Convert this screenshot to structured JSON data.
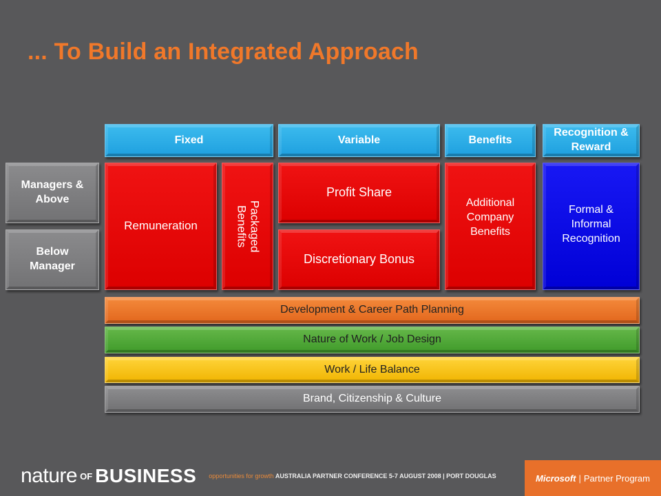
{
  "title": "... To Build an Integrated Approach",
  "headers": {
    "fixed": "Fixed",
    "variable": "Variable",
    "benefits": "Benefits",
    "recognition": "Recognition & Reward"
  },
  "rows": {
    "managers": "Managers & Above",
    "below": "Below Manager"
  },
  "cells": {
    "remuneration": "Remuneration",
    "packaged": "Packaged Benefits",
    "profit_share": "Profit Share",
    "discretionary": "Discretionary Bonus",
    "additional": "Additional Company Benefits",
    "formal": "Formal & Informal Recognition"
  },
  "bands": {
    "development": "Development & Career Path Planning",
    "nature_work": "Nature of Work / Job Design",
    "work_life": "Work / Life Balance",
    "brand": "Brand, Citizenship  & Culture"
  },
  "footer": {
    "logo_nature": "nature",
    "logo_of": "OF",
    "logo_business": "BUSINESS",
    "tagline_lead": "opportunities for growth",
    "tagline_bold": "AUSTRALIA PARTNER CONFERENCE",
    "tagline_tail": "5-7 AUGUST 2008 | PORT DOUGLAS",
    "ms": "Microsoft",
    "sep": "|",
    "program": "Partner Program"
  },
  "colors": {
    "title": "#f0782a",
    "background": "#58585a",
    "header": "#1ea0df",
    "red": "#e00000",
    "blue": "#0000e0",
    "orange_band": "#e8702a",
    "green_band": "#4aa535",
    "yellow_band": "#f5c000",
    "grey_band": "#7d7d7f"
  }
}
